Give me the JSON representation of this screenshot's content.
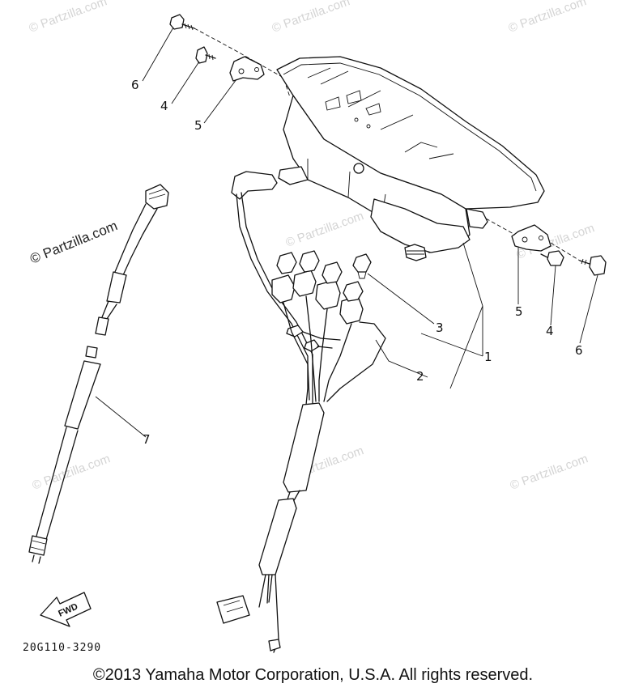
{
  "watermark": {
    "text": "© Partzilla.com"
  },
  "callouts": {
    "c6_left": "6",
    "c4_left": "4",
    "c5_left": "5",
    "c5_right": "5",
    "c4_right": "4",
    "c6_right": "6",
    "c3": "3",
    "c1": "1",
    "c2": "2",
    "c7": "7"
  },
  "fwd_label": "FWD",
  "diagram_code": "20G110-3290",
  "copyright": "©2013  Yamaha Motor Corporation, U.S.A. All rights reserved."
}
